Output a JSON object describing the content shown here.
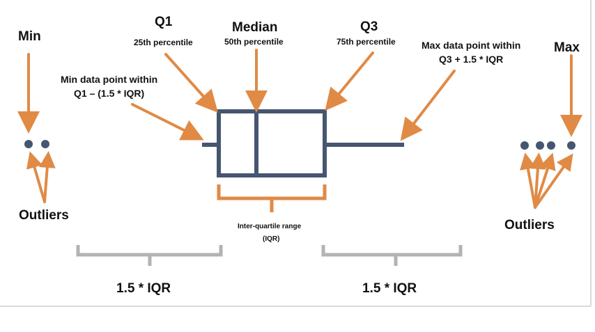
{
  "labels": {
    "min": "Min",
    "max": "Max",
    "q1": "Q1",
    "q1_sub": "25th percentile",
    "median": "Median",
    "median_sub": "50th percentile",
    "q3": "Q3",
    "q3_sub": "75th percentile",
    "min_whisker_line1": "Min data point within",
    "min_whisker_line2": "Q1 – (1.5 * IQR)",
    "max_whisker_line1": "Max data point within",
    "max_whisker_line2": "Q3 + 1.5 * IQR",
    "outliers_left": "Outliers",
    "outliers_right": "Outliers",
    "iqr_line1": "Inter-quartile range",
    "iqr_line2": "(IQR)",
    "left_span": "1.5 * IQR",
    "right_span": "1.5 * IQR"
  },
  "colors": {
    "box": "#465670",
    "arrow": "#e08a45",
    "bracket_gray": "#b3b3b3",
    "bracket_orange": "#e08a45",
    "border": "#d9d9d9"
  }
}
